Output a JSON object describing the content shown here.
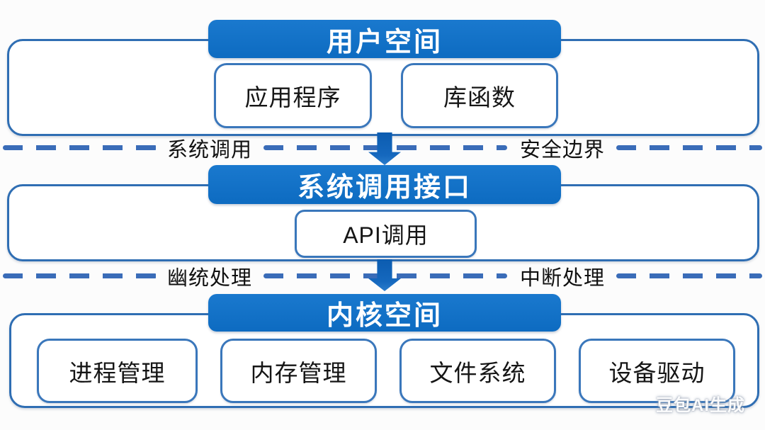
{
  "colors": {
    "header_blue": "#0d6bc1",
    "header_blue_light": "#1a79ce",
    "container_border": "#2f6eb3",
    "box_border": "#3a77bb",
    "dash_blue": "#3a6cb8",
    "arrow_blue": "#1568be",
    "arrow_blue_dark": "#0c5cb0",
    "text_dark": "#151515",
    "header_text": "#ffffff",
    "canvas_bg": "#fcfcfc"
  },
  "sections": {
    "user": {
      "title": "用户空间",
      "boxes": [
        {
          "label": "应用程序"
        },
        {
          "label": "库函数"
        }
      ]
    },
    "syscall": {
      "title": "系统调用接口",
      "boxes": [
        {
          "label": "API调用"
        }
      ]
    },
    "kernel": {
      "title": "内核空间",
      "boxes": [
        {
          "label": "进程管理"
        },
        {
          "label": "内存管理"
        },
        {
          "label": "文件系统"
        },
        {
          "label": "设备驱动"
        }
      ]
    }
  },
  "dividers": [
    {
      "left_label": "系统调用",
      "right_label": "安全边界"
    },
    {
      "left_label": "幽统处理",
      "right_label": "中断处理"
    }
  ],
  "watermark": {
    "text": "豆包AI生成"
  }
}
